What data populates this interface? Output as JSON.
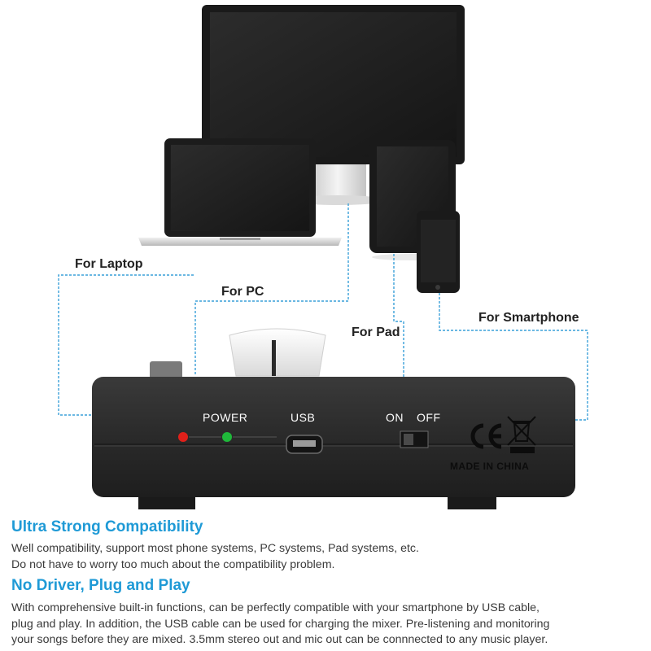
{
  "scene": {
    "labels": {
      "laptop": "For Laptop",
      "pc": "For PC",
      "pad": "For Pad",
      "smartphone": "For Smartphone"
    },
    "panel": {
      "power": "POWER",
      "usb": "USB",
      "on": "ON",
      "off": "OFF",
      "made_in": "MADE IN CHINA",
      "ce_mark": "CE"
    }
  },
  "sections": [
    {
      "heading": "Ultra Strong Compatibility",
      "lines": [
        "Well compatibility, support most phone systems, PC systems, Pad systems, etc.",
        "Do not have to worry too much about the compatibility problem."
      ]
    },
    {
      "heading": "No Driver, Plug and Play",
      "lines": [
        "With comprehensive built-in functions, can be perfectly compatible with your smartphone by USB cable,",
        "plug and play. In addition, the USB cable can be used for charging the mixer. Pre-listening and monitoring",
        " your songs before they are mixed. 3.5mm stereo out and mic out can be connnected to any music player."
      ]
    }
  ],
  "colors": {
    "heading": "#1f9ad6",
    "body_text": "#3a3a3a",
    "connector_line": "#3aa0d8",
    "device_body": "#2a2a2a",
    "led_red": "#e0201a",
    "led_green": "#1fb83a"
  }
}
